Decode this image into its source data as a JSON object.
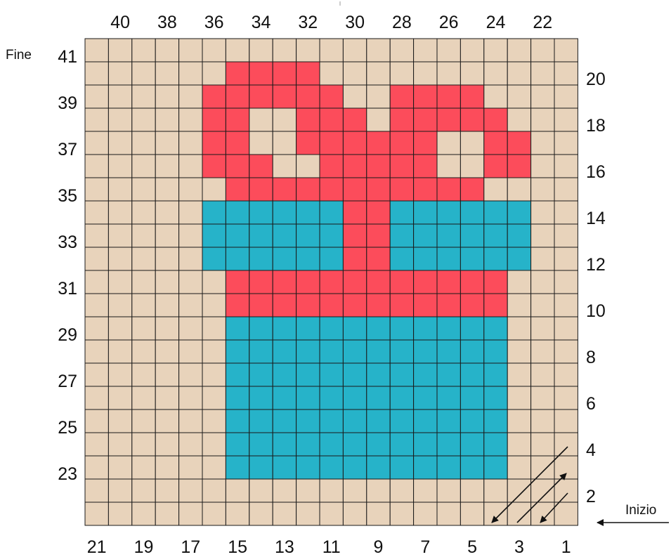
{
  "labels": {
    "end": "Fine",
    "start": "Inizio"
  },
  "colors": {
    "background": "#e8d3bb",
    "red": "#fc4c5b",
    "teal": "#26b3c9",
    "gridline": "#1a1a1a"
  },
  "grid": {
    "columns": 21,
    "rows": 21,
    "legend": {
      ".": "background",
      "R": "red",
      "T": "teal"
    },
    "pattern": [
      ".....................",
      "......RRRR...........",
      ".....RRRRRR..RRRR....",
      ".....RR..RRR.RRRRR...",
      ".....RR..RRRRRR..RR..",
      ".....RRR..RRRRR..RR..",
      "......RRRRRRRRRRR....",
      ".....TTTTTTRRTTTTTT..",
      ".....TTTTTTRRTTTTTT..",
      ".....TTTTTTRRTTTTTT..",
      "......RRRRRRRRRRRR...",
      "......RRRRRRRRRRRR...",
      "......TTTTTTTTTTTT...",
      "......TTTTTTTTTTTT...",
      "......TTTTTTTTTTTT...",
      "......TTTTTTTTTTTT...",
      "......TTTTTTTTTTTT...",
      "......TTTTTTTTTTTT...",
      "......TTTTTTTTTTTT...",
      ".....................",
      "....................."
    ]
  },
  "top_numbers": [
    "40",
    "38",
    "36",
    "34",
    "32",
    "30",
    "28",
    "26",
    "24",
    "22"
  ],
  "bottom_numbers": [
    "21",
    "19",
    "17",
    "15",
    "13",
    "11",
    "9",
    "7",
    "5",
    "3",
    "1"
  ],
  "left_numbers": [
    "41",
    "39",
    "37",
    "35",
    "33",
    "31",
    "29",
    "27",
    "25",
    "23"
  ],
  "right_numbers": [
    "20",
    "18",
    "16",
    "14",
    "12",
    "10",
    "8",
    "6",
    "4",
    "2"
  ]
}
